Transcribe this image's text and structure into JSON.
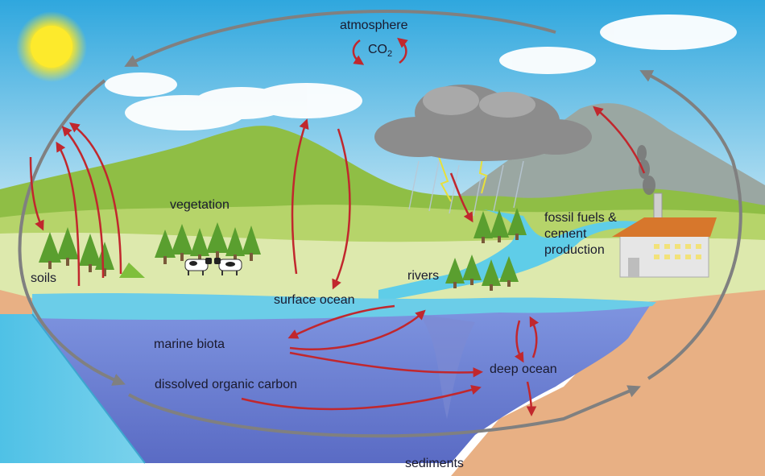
{
  "labels": {
    "atmosphere": "atmosphere",
    "co2_main": "CO",
    "co2_sub": "2",
    "vegetation": "vegetation",
    "soils": "soils",
    "surface_ocean": "surface ocean",
    "rivers": "rivers",
    "fossil_fuels": "fossil fuels & cement production",
    "marine_biota": "marine biota",
    "dissolved_organic_carbon": "dissolved organic carbon",
    "deep_ocean": "deep ocean",
    "sediments": "sediments"
  },
  "colors": {
    "sky_top": "#2fa7de",
    "sky_bottom": "#dff1f8",
    "hill": "#8fbe45",
    "ground": "#d9e7a8",
    "ocean_surface": "#6bcde8",
    "ocean_deep": "#6d7fd0",
    "sediment": "#e6ad7f",
    "flux_arrow": "#c1272d",
    "cycle_arrow": "#808080",
    "sun": "#fbe728",
    "cloud": "#ffffff",
    "storm_cloud": "#8a8a8a",
    "factory_roof": "#d7772c",
    "factory_wall": "#e6e6e6"
  },
  "icons": [
    "sun-icon",
    "cow-icon",
    "tree-icon",
    "factory-icon",
    "rain-cloud-icon"
  ]
}
